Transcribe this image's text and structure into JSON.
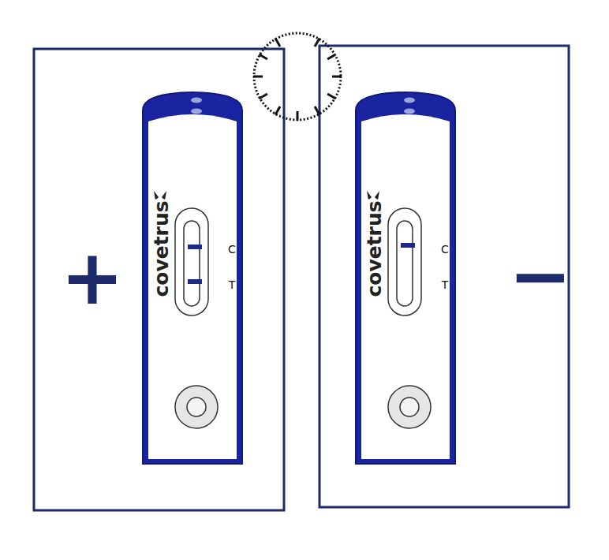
{
  "diagram": {
    "nodes": [
      {
        "text": [
          "covetrus",
          "C",
          "T"
        ]
      },
      {
        "text": [
          "covetrus",
          "C",
          "T"
        ]
      }
    ],
    "labels": [
      "+",
      "−"
    ]
  }
}
